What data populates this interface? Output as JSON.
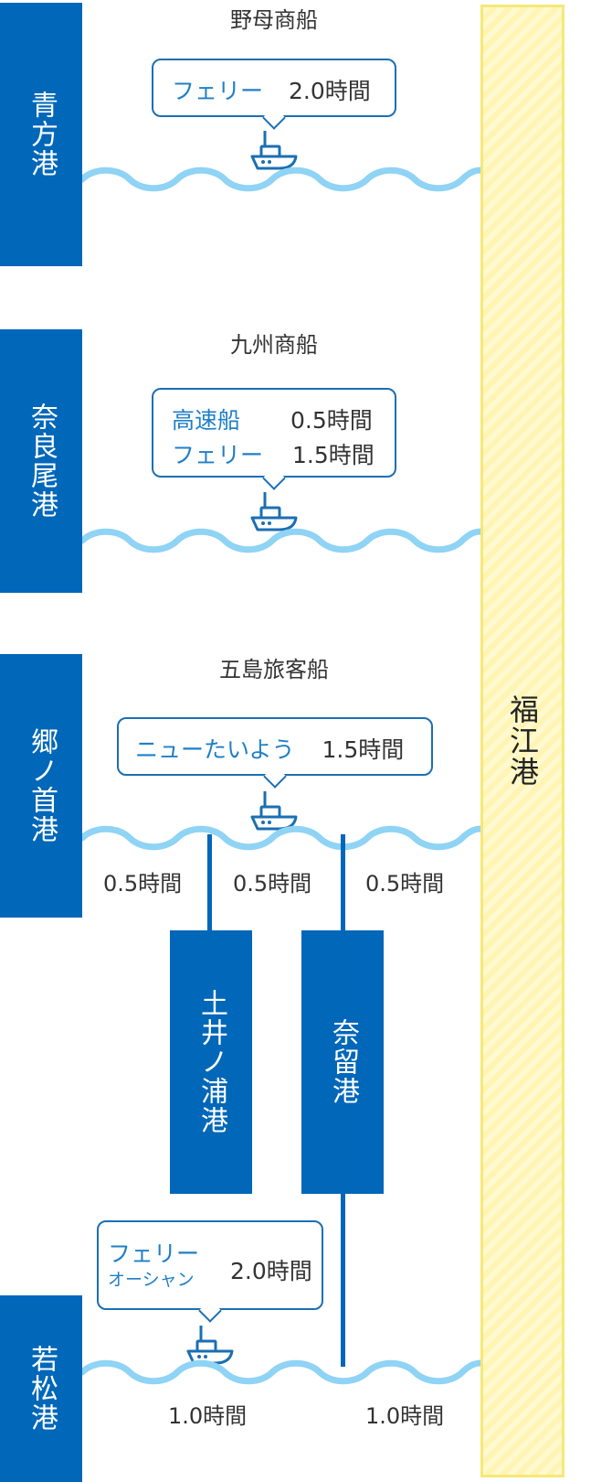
{
  "hub": {
    "name": "福江港"
  },
  "routes": [
    {
      "port": "青方港",
      "company": "野母商船",
      "services": [
        {
          "name": "フェリー",
          "time": "2.0時間"
        }
      ]
    },
    {
      "port": "奈良尾港",
      "company": "九州商船",
      "services": [
        {
          "name": "高速船",
          "time": "0.5時間"
        },
        {
          "name": "フェリー",
          "time": "1.5時間"
        }
      ]
    },
    {
      "port": "郷ノ首港",
      "company": "五島旅客船",
      "services": [
        {
          "name": "ニューたいよう",
          "time": "1.5時間"
        }
      ],
      "legs": [
        "0.5時間",
        "0.5時間",
        "0.5時間"
      ]
    },
    {
      "port": "若松港",
      "company": "",
      "services": [
        {
          "name": "フェリー",
          "subname": "オーシャン",
          "time": "2.0時間"
        }
      ],
      "legs": [
        "1.0時間",
        "1.0時間"
      ]
    }
  ],
  "intermediate_ports": [
    "土井ノ浦港",
    "奈留港"
  ],
  "colors": {
    "port": "#0067b9",
    "wave": "#8fd3f5",
    "hub_fill": "#fff6c2",
    "hub_border": "#f6e878",
    "accent_text": "#1f7fc7"
  },
  "icons": [
    "ship-icon",
    "wave-line"
  ]
}
